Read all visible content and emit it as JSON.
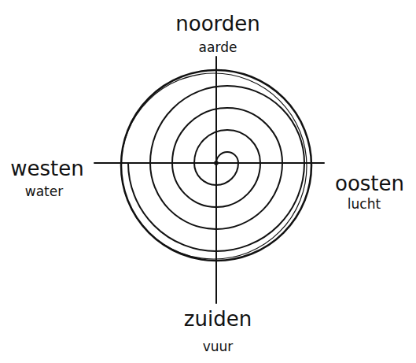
{
  "diagram": {
    "labels": [
      "noorden",
      "aarde",
      "westen",
      "water",
      "oosten",
      "lucht",
      "zuiden",
      "vuur"
    ]
  }
}
